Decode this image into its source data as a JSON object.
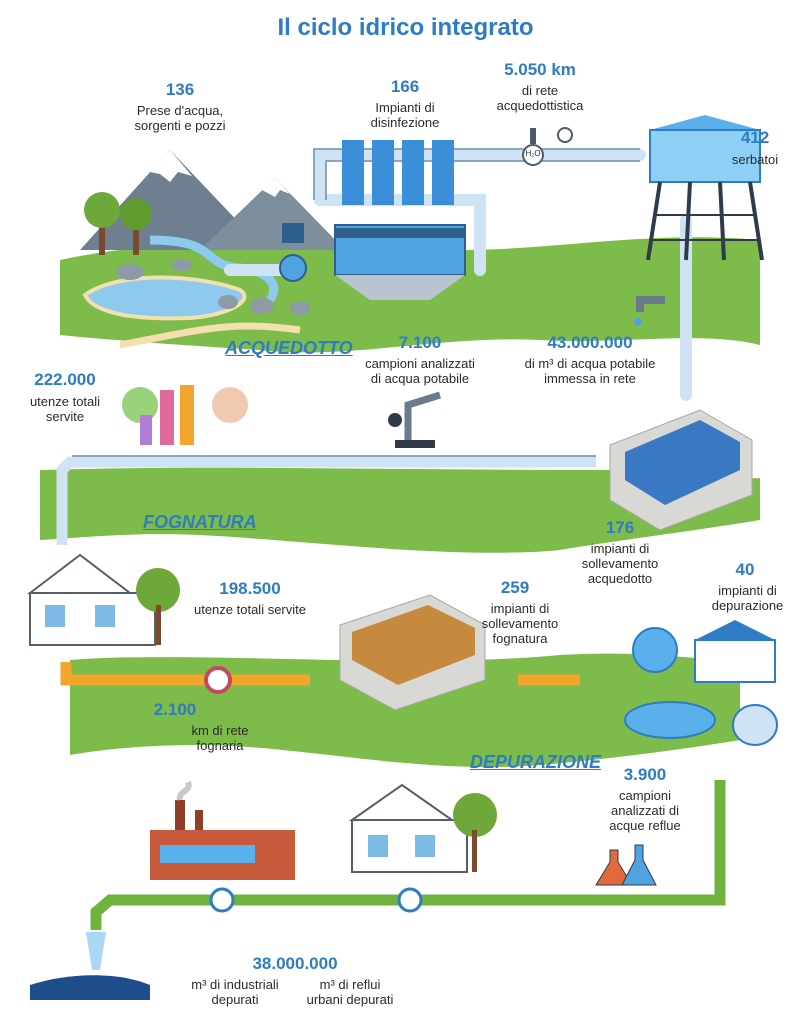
{
  "title": "Il ciclo idrico integrato",
  "sections": {
    "acquedotto": "ACQUEDOTTO",
    "fognatura": "FOGNATURA",
    "depurazione": "DEPURAZIONE"
  },
  "stats": {
    "prese": {
      "value": "136",
      "label": "Prese d'acqua,\nsorgenti e pozzi"
    },
    "disinfezione": {
      "value": "166",
      "label": "Impianti di\ndisinfezione"
    },
    "rete_acq": {
      "value": "5.050 km",
      "label": "di rete\nacquedottistica"
    },
    "serbatoi": {
      "value": "412",
      "label": "serbatoi"
    },
    "utenze_acq": {
      "value": "222.000",
      "label": "utenze totali\nservite"
    },
    "campioni_pot": {
      "value": "7.100",
      "label": "campioni analizzati\ndi acqua potabile"
    },
    "acqua_immessa": {
      "value": "43.000.000",
      "label": "di m³ di acqua potabile\nimmessa in rete"
    },
    "soll_acq": {
      "value": "176",
      "label": "impianti di\nsollevamento\nacquedotto"
    },
    "utenze_fogn": {
      "value": "198.500",
      "label": "utenze totali servite"
    },
    "soll_fogn": {
      "value": "259",
      "label": "impianti di\nsollevamento\nfognatura"
    },
    "depuratori": {
      "value": "40",
      "label": "impianti di\ndepurazione"
    },
    "rete_fogn": {
      "value": "2.100",
      "label": "km di rete\nfognaria"
    },
    "campioni_reflue": {
      "value": "3.900",
      "label": "campioni\nanalizzati di\nacque reflue"
    },
    "depurati": {
      "value": "38.000.000",
      "label_ind": "m³ di industriali\ndepurati",
      "label_urb": "m³ di reflui\nurbani depurati"
    }
  },
  "icons": {
    "valve_label": "H₂O"
  },
  "colors": {
    "accent": "#2e7cc4",
    "grass": "#7dbb4a",
    "pipe_blue": "#cfe3f5",
    "pipe_orange": "#f3a62c",
    "pipe_green": "#6fb33f"
  }
}
